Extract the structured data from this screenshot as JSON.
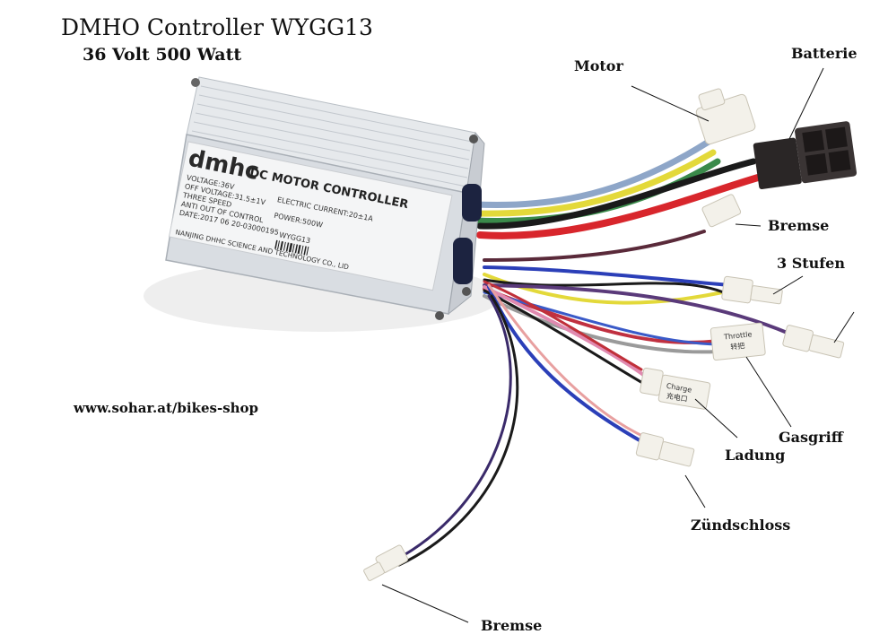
{
  "title": "DMHO Controller WYGG13",
  "subtitle": "36 Volt 500 Watt",
  "website": "www.sohar.at/bikes-shop",
  "callouts": {
    "motor": "Motor",
    "batterie": "Batterie",
    "bremse_top": "Bremse",
    "stufen": "3 Stufen",
    "gasgriff": "Gasgriff",
    "ladung": "Ladung",
    "zuendschloss": "Zündschloss",
    "bremse_bottom": "Bremse"
  },
  "controller_label": {
    "brand": "dmhc",
    "heading": "DC MOTOR CONTROLLER",
    "voltage": "VOLTAGE:36V",
    "current": "ELECTRIC CURRENT:20±1A",
    "off_voltage": "OFF VOLTAGE:31.5±1V",
    "three_speed": "THREE SPEED",
    "power": "POWER:500W",
    "anti": "ANTI OUT OF CONTROL",
    "date": "DATE:2017 06 20-03000195",
    "model": "WYGG13",
    "maker": "NANJING DHHC SCIENCE AND TECHNOLOGY CO., LID"
  },
  "connector_tags": {
    "throttle": "Throttle",
    "throttle_cn": "转把",
    "charge": "Charge",
    "charge_cn": "充电口"
  },
  "colors": {
    "housing": "#d9dde2",
    "wire_red": "#d8262c",
    "wire_yellow": "#e3d93a",
    "wire_blue": "#2b3fb8",
    "wire_black": "#1a1a1a",
    "wire_purple": "#5a3a7a",
    "wire_pink": "#e08ab0",
    "wire_green": "#3a8a4a",
    "connector_white": "#f3f1ea",
    "connector_black": "#2a2626"
  }
}
